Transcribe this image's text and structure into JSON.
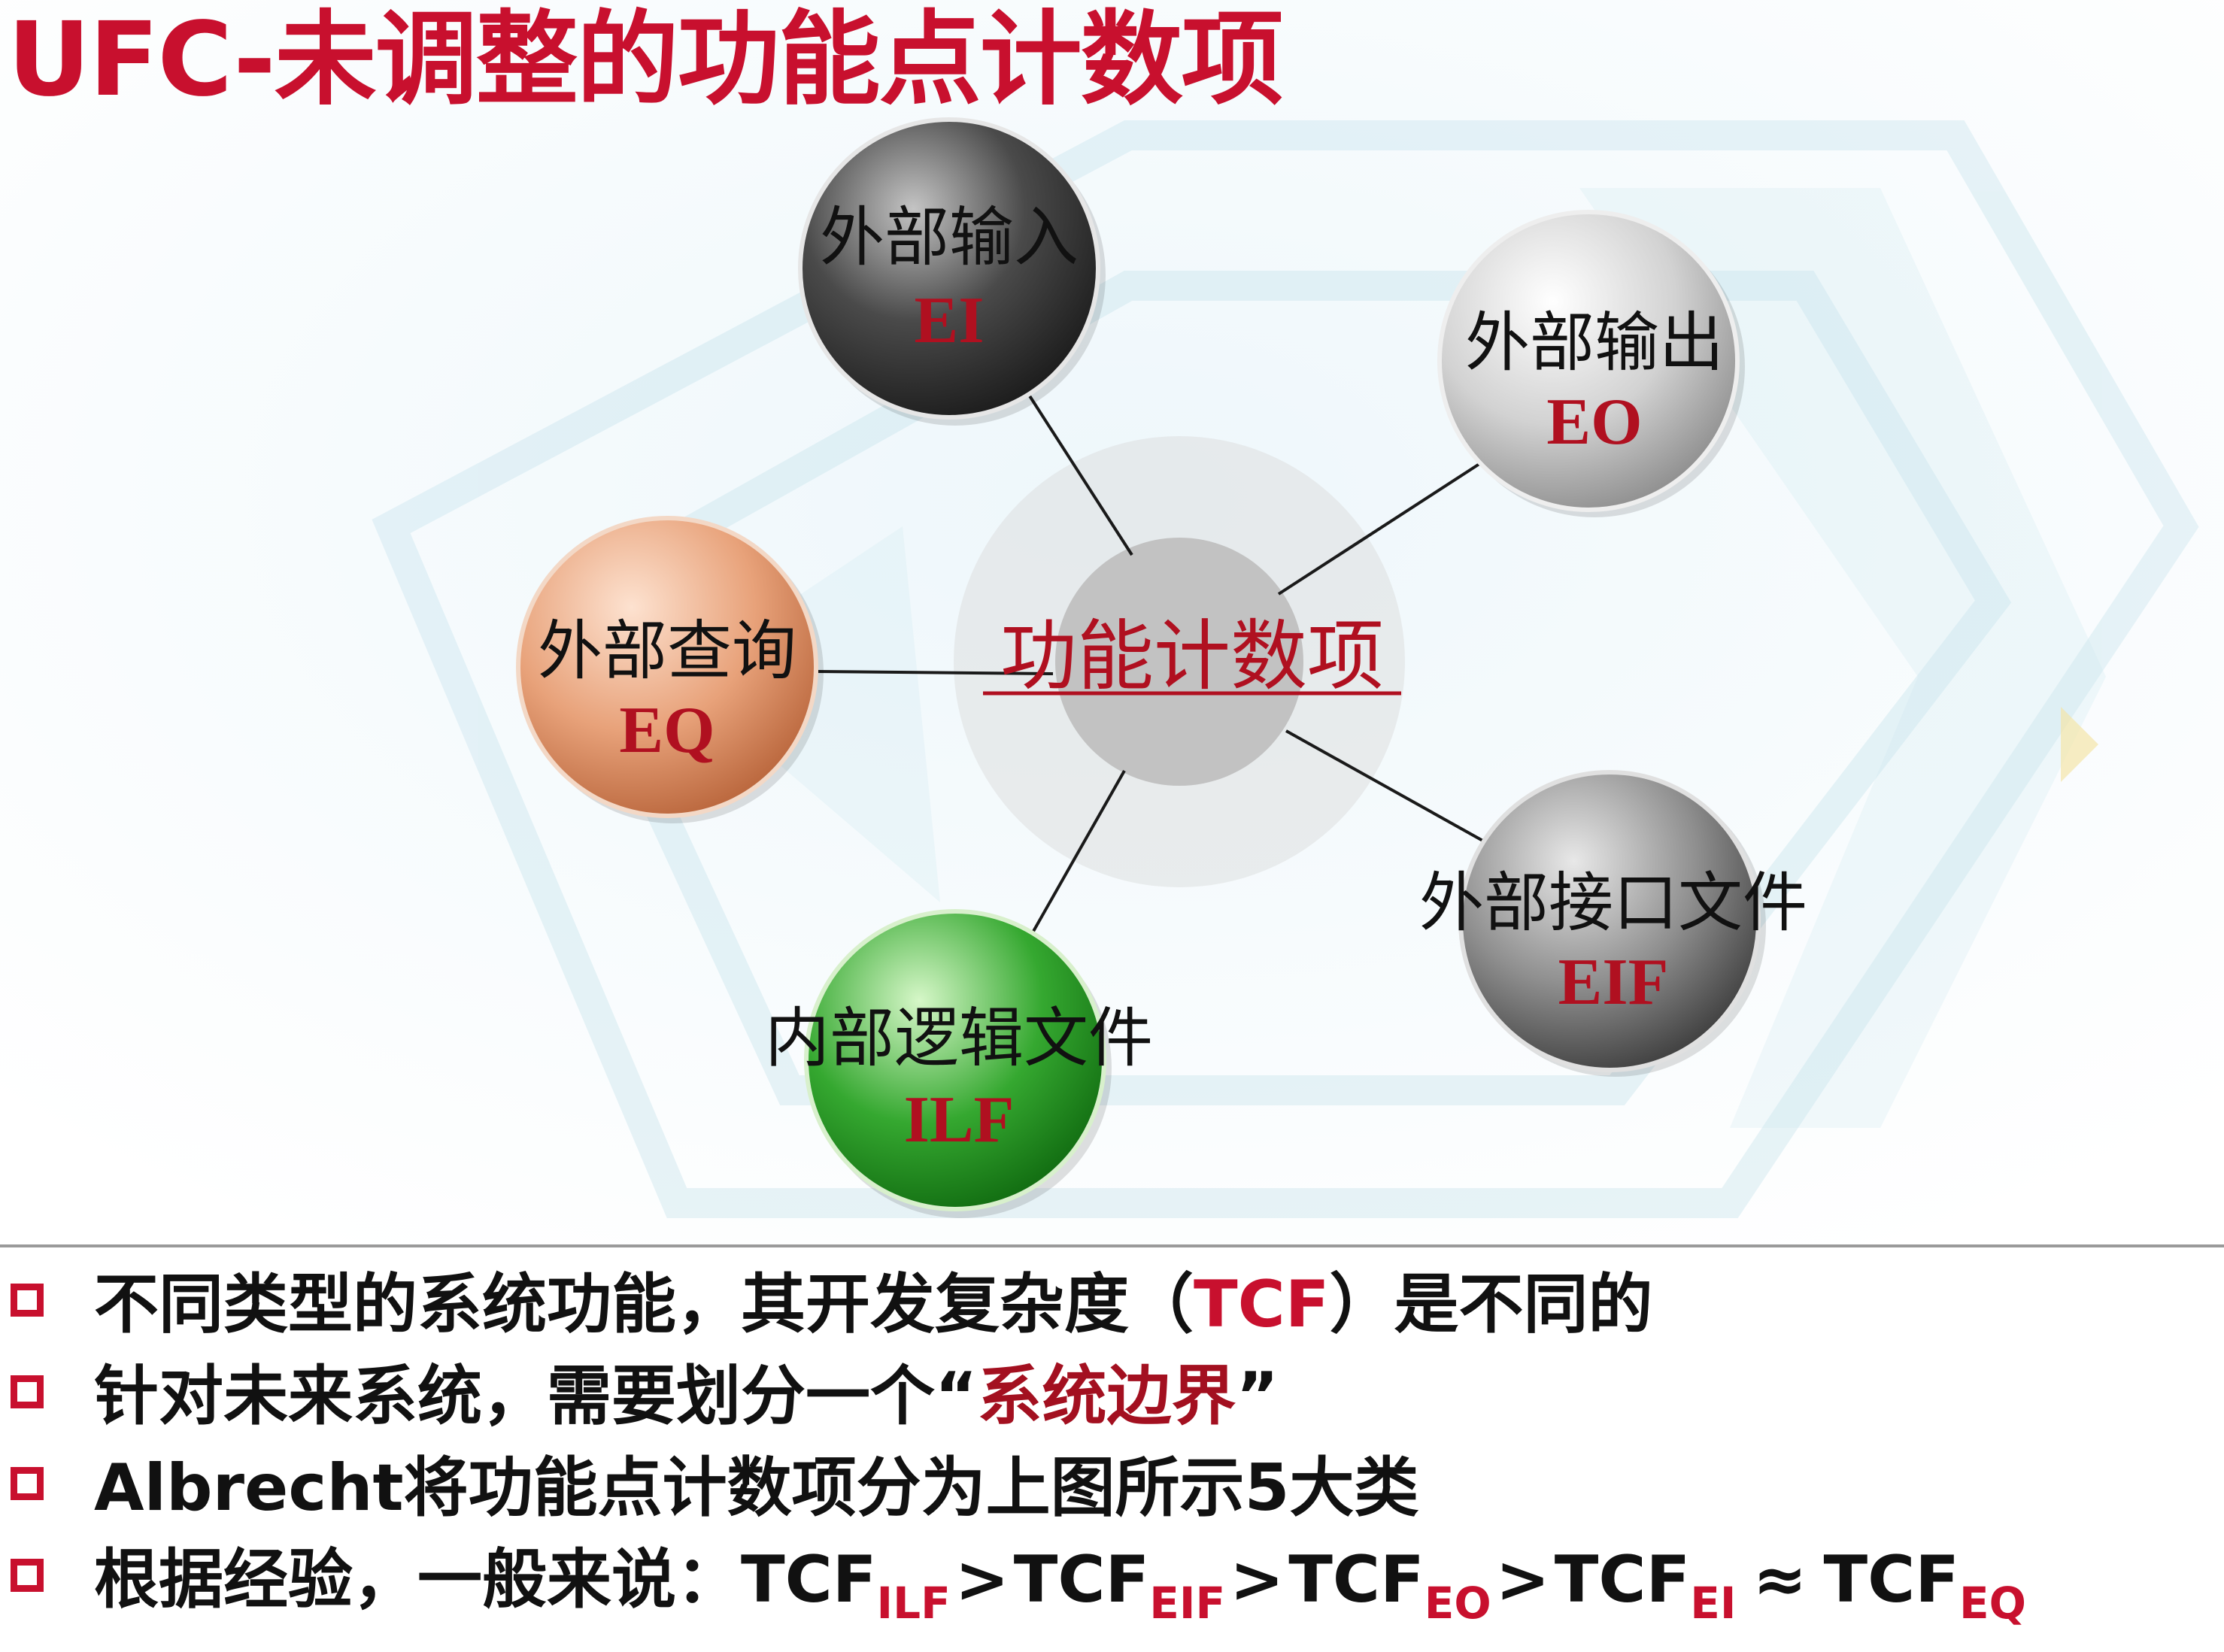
{
  "title": "UFC-未调整的功能点计数项",
  "diagram": {
    "center": {
      "label": "功能计数项"
    },
    "nodes": [
      {
        "id": "ei",
        "label": "外部输入",
        "abbr": "EI",
        "color": "#4a4a4a"
      },
      {
        "id": "eo",
        "label": "外部输出",
        "abbr": "EO",
        "color": "#d2d2d2"
      },
      {
        "id": "eq",
        "label": "外部查询",
        "abbr": "EQ",
        "color": "#e8a27a"
      },
      {
        "id": "eif",
        "label": "外部接口文件",
        "abbr": "EIF",
        "color": "#8f8f8f"
      },
      {
        "id": "ilf",
        "label": "内部逻辑文件",
        "abbr": "ILF",
        "color": "#35a830"
      }
    ]
  },
  "bullets": {
    "b1": {
      "pre": "不同类型的系统功能，其开发复杂度（",
      "highlight": "TCF",
      "post": "）是不同的"
    },
    "b2": {
      "pre": "针对未来系统，需要划分一个“",
      "highlight": "系统边界",
      "post": "”"
    },
    "b3": {
      "text": "Albrecht将功能点计数项分为上图所示5大类"
    },
    "b4": {
      "pre": "根据经验，一般来说：",
      "terms": [
        {
          "base": "TCF",
          "sub": "ILF"
        },
        {
          "base": "TCF",
          "sub": "EIF"
        },
        {
          "base": "TCF",
          "sub": "EO"
        },
        {
          "base": "TCF",
          "sub": "EI"
        },
        {
          "base": "TCF",
          "sub": "EQ"
        }
      ],
      "operators": [
        ">",
        ">",
        ">",
        "≈"
      ]
    }
  },
  "colors": {
    "title": "#c8102e",
    "accent": "#b01020",
    "bullet_marker": "#c8102e"
  }
}
